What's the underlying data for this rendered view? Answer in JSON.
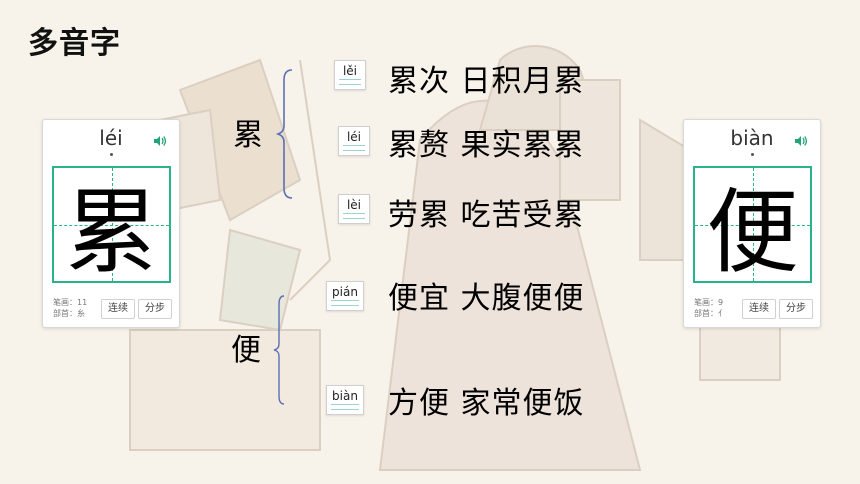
{
  "title": "多音字",
  "left_card": {
    "pinyin": "léi",
    "character": "累",
    "strokes": "笔画：11",
    "radical": "部首：糸",
    "btn_continuous": "连续",
    "btn_step": "分步"
  },
  "right_card": {
    "pinyin": "biàn",
    "character": "便",
    "strokes": "笔画：9",
    "radical": "部首：亻",
    "btn_continuous": "连续",
    "btn_step": "分步"
  },
  "groups": [
    {
      "char": "累",
      "readings": [
        {
          "pinyin": "lěi",
          "words": "累次  日积月累"
        },
        {
          "pinyin": "léi",
          "words": "累赘  果实累累"
        },
        {
          "pinyin": "lèi",
          "words": "劳累    吃苦受累"
        }
      ]
    },
    {
      "char": "便",
      "readings": [
        {
          "pinyin": "pián",
          "words": "便宜    大腹便便"
        },
        {
          "pinyin": "biàn",
          "words": "方便    家常便饭"
        }
      ]
    }
  ],
  "colors": {
    "grid": "#28b487",
    "speaker": "#22a37a",
    "brace": "#5b6fb5"
  }
}
